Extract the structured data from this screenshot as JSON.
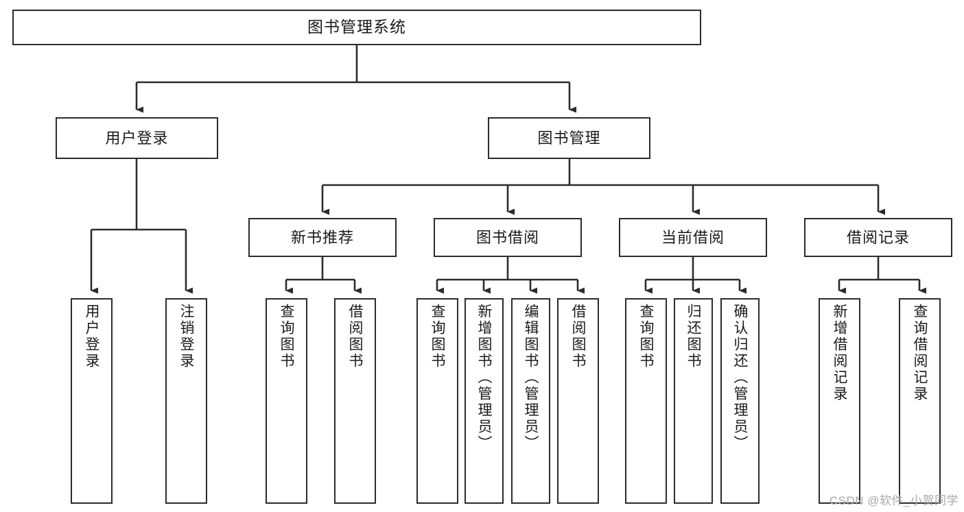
{
  "diagram": {
    "title": "图书管理系统",
    "watermark": "CSDN @软件_小贺同学",
    "colors": {
      "box_border": "#2b2b2b",
      "box_fill": "#ffffff",
      "connector": "#2b2b2b",
      "text": "#1a1a1a",
      "watermark": "#a8a8a8"
    },
    "root": {
      "label": "图书管理系统"
    },
    "level2": [
      {
        "label": "用户登录"
      },
      {
        "label": "图书管理"
      }
    ],
    "level3": [
      {
        "label": "新书推荐"
      },
      {
        "label": "图书借阅"
      },
      {
        "label": "当前借阅"
      },
      {
        "label": "借阅记录"
      }
    ],
    "leaves": {
      "user_login": [
        {
          "label": "用户登录"
        },
        {
          "label": "注销登录"
        }
      ],
      "new_book_recommend": [
        {
          "label": "查询图书"
        },
        {
          "label": "借阅图书"
        }
      ],
      "book_borrow": [
        {
          "label": "查询图书"
        },
        {
          "label": "新增图书（管理员）"
        },
        {
          "label": "编辑图书（管理员）"
        },
        {
          "label": "借阅图书"
        }
      ],
      "current_borrow": [
        {
          "label": "查询图书"
        },
        {
          "label": "归还图书"
        },
        {
          "label": "确认归还（管理员）"
        }
      ],
      "borrow_record": [
        {
          "label": "新增借阅记录"
        },
        {
          "label": "查询借阅记录"
        }
      ]
    }
  }
}
